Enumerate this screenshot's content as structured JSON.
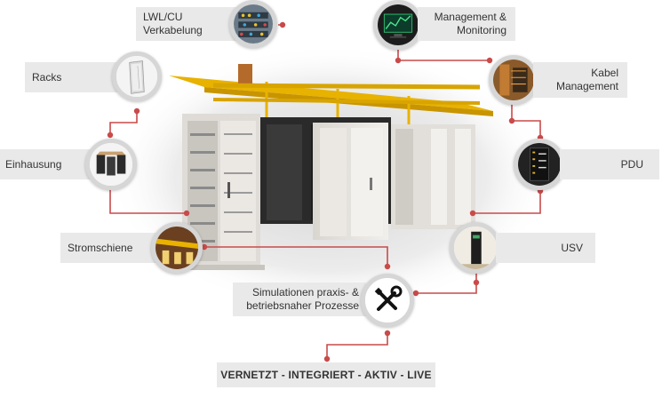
{
  "labels": {
    "lwl": [
      "LWL/CU",
      "Verkabelung"
    ],
    "management": [
      "Management &",
      "Monitoring"
    ],
    "racks": "Racks",
    "kabel": [
      "Kabel",
      "Management"
    ],
    "einhausung": "Einhausung",
    "pdu": "PDU",
    "stromschiene": "Stromschiene",
    "usv": "USV",
    "simulation": [
      "Simulationen praxis- &",
      "betriebsnaher Prozesse"
    ]
  },
  "tagline": "VERNETZT - INTEGRIERT - AKTIV - LIVE",
  "icons": {
    "lwl": "fiber-cabling-photo-icon",
    "management": "monitoring-screen-icon",
    "racks": "rack-cabinet-icon",
    "kabel": "cable-management-photo-icon",
    "einhausung": "containment-icon",
    "pdu": "pdu-rack-icon",
    "stromschiene": "busbar-photo-icon",
    "usv": "ups-cabinet-icon",
    "simulation": "tools-icon"
  },
  "colors": {
    "connector": "#c94a4a",
    "label_bg": "#e9e9e9",
    "text": "#333333",
    "rack": "#e4e1dc",
    "busbar": "#e8b200"
  }
}
